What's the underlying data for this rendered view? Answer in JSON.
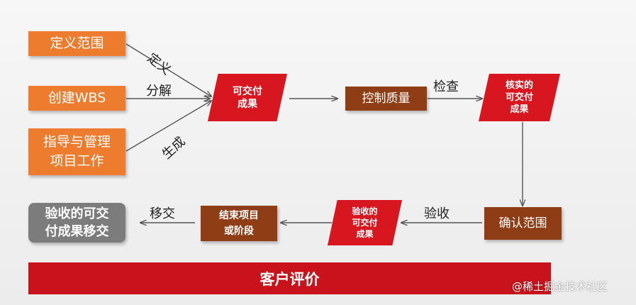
{
  "inputs": [
    {
      "id": "define",
      "label": "定义范围"
    },
    {
      "id": "create",
      "label": "创建WBS"
    },
    {
      "id": "direct",
      "label": "指导与管理\n项目工作"
    }
  ],
  "edge_labels": {
    "define": "定义",
    "split": "分解",
    "generate": "生成",
    "check": "检查",
    "accept": "验收",
    "transfer": "移交"
  },
  "nodes": {
    "deliverables": "可交付\n成果",
    "control_quality": "控制质量",
    "verified": "核实的\n可交付\n成果",
    "validate_scope": "确认范围",
    "accepted": "验收的\n可交付\n成果",
    "close": "结束项目\n或阶段",
    "transfer_out": "验收的可交\n付成果移交"
  },
  "bottom_bar": "客户评价",
  "watermark": "@稀土掘金技术社区",
  "colors": {
    "orange": "#ee7c2e",
    "red": "#d8161f",
    "brown": "#8e3d14",
    "gray": "#7c7c7c",
    "bar": "#c9121b"
  }
}
